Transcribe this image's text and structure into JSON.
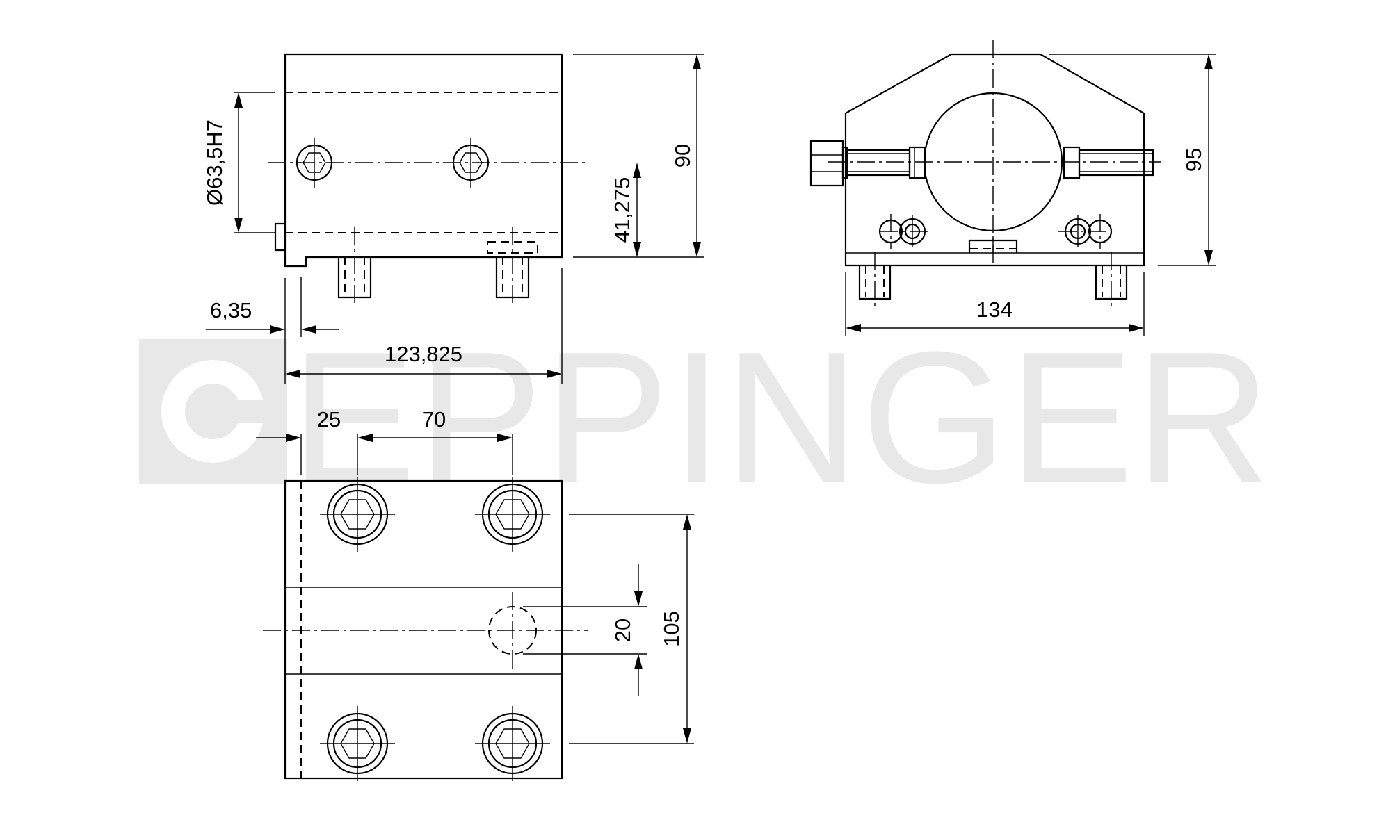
{
  "watermark": {
    "text": "EPPINGER",
    "color": "#e8e8e8"
  },
  "dimensions": {
    "bore": "Ø63,5H7",
    "height_side": "90",
    "center_height": "41,275",
    "offset": "6,35",
    "length": "123,825",
    "height_front": "95",
    "width_front": "134",
    "top_offset": "25",
    "bolt_spacing": "70",
    "pin_dia": "20",
    "width_top": "105"
  }
}
